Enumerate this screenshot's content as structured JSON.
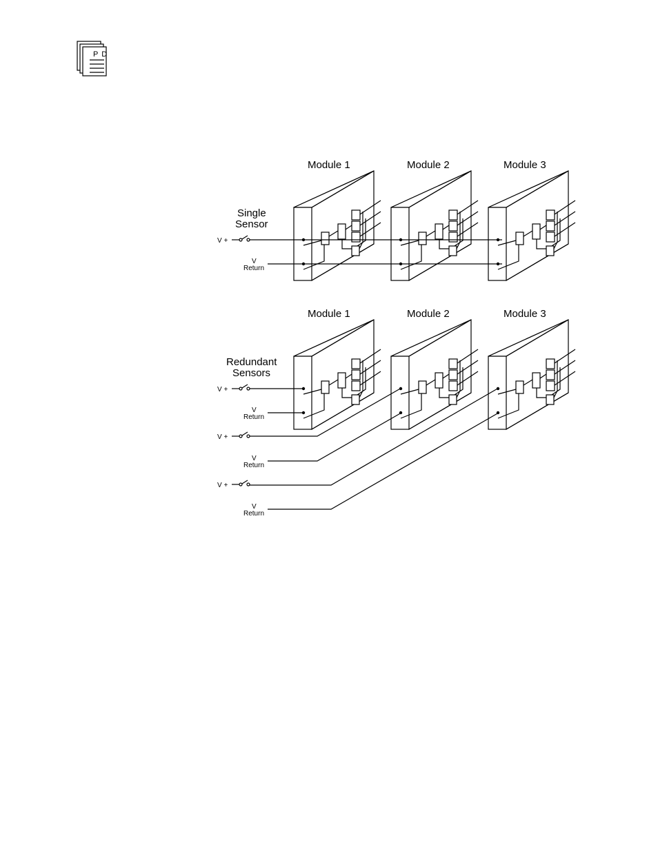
{
  "doc_icon": {
    "letters": "P D",
    "icon": "document-stack-icon"
  },
  "panels": [
    {
      "title_lines": [
        "Single",
        "Sensor"
      ],
      "modules": [
        "Module 1",
        "Module 2",
        "Module 3"
      ],
      "inputs": [
        {
          "v_plus": "V +"
        },
        {
          "v": "V",
          "ret": "Return"
        }
      ]
    },
    {
      "title_lines": [
        "Redundant",
        "Sensors"
      ],
      "modules": [
        "Module 1",
        "Module 2",
        "Module 3"
      ],
      "inputs": [
        {
          "v_plus": "V +"
        },
        {
          "v": "V",
          "ret": "Return"
        },
        {
          "v_plus": "V +"
        },
        {
          "v": "V",
          "ret": "Return"
        },
        {
          "v_plus": "V +"
        },
        {
          "v": "V",
          "ret": "Return"
        }
      ]
    }
  ]
}
